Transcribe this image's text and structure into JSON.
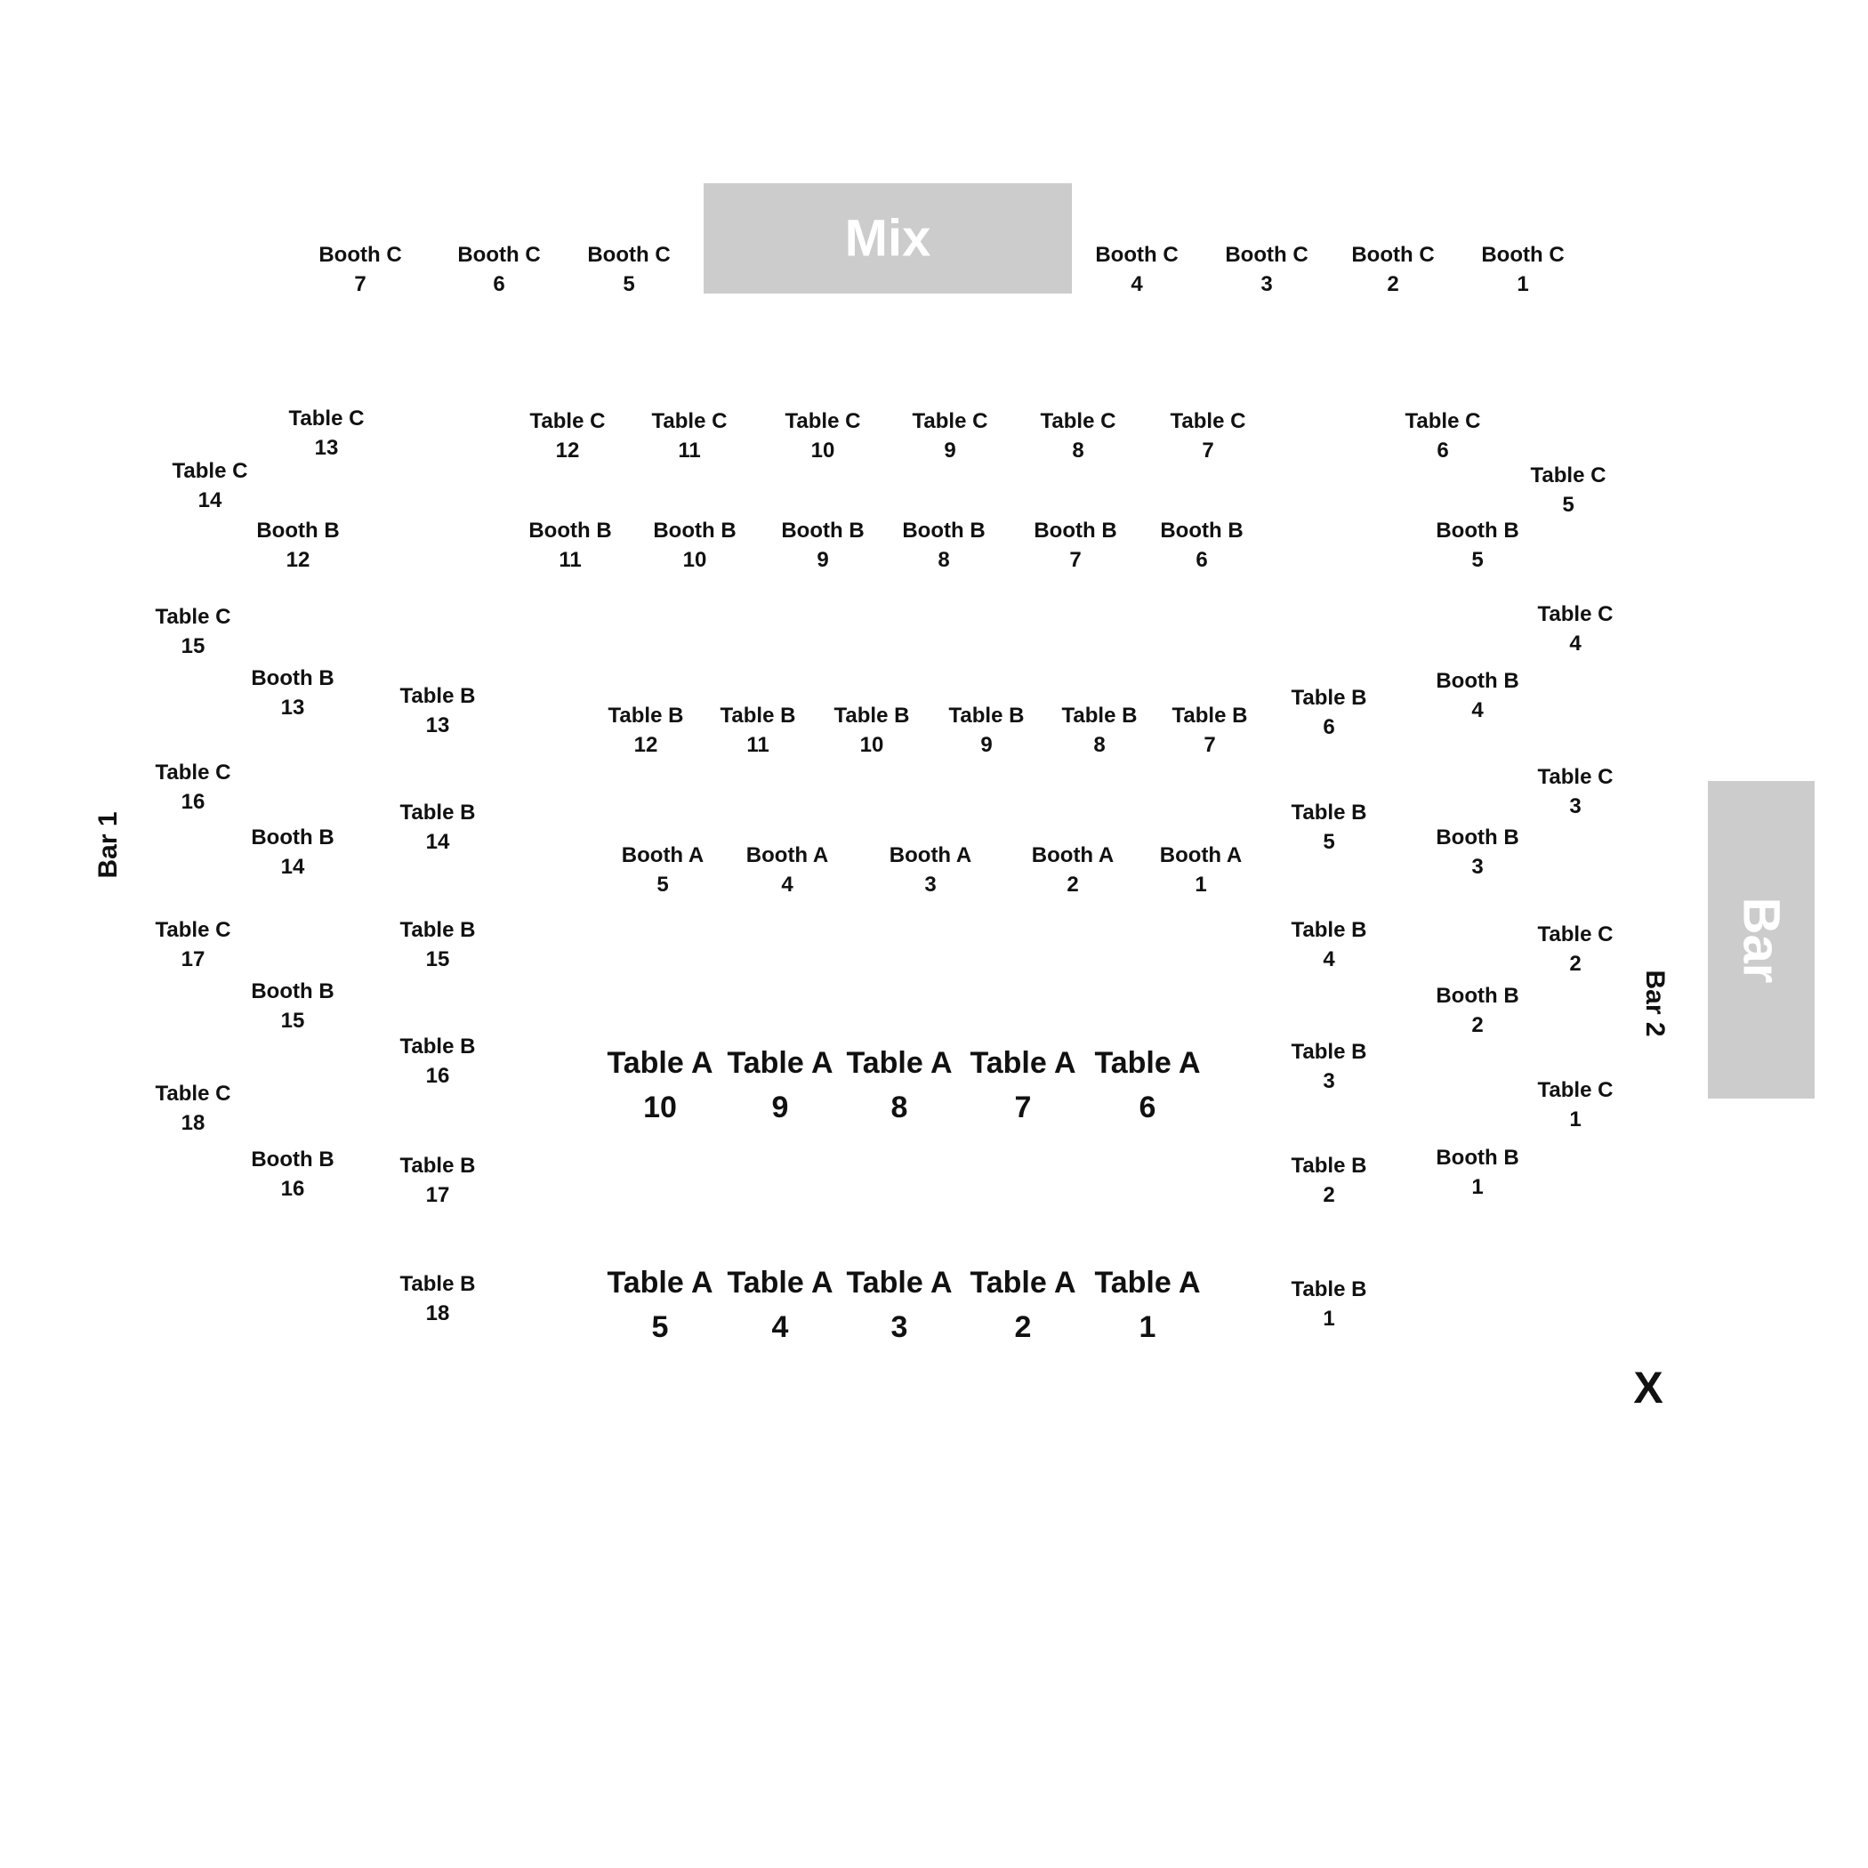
{
  "areas": {
    "mix": "Mix",
    "bar": "Bar",
    "bar1": "Bar 1",
    "bar2": "Bar 2",
    "exit": "X"
  },
  "colors": {
    "block_fill": "#cccccc",
    "block_text": "#ffffff",
    "label_text": "#111111",
    "background": "#ffffff"
  },
  "seats": [
    {
      "name": "Booth C",
      "num": "7"
    },
    {
      "name": "Booth C",
      "num": "6"
    },
    {
      "name": "Booth C",
      "num": "5"
    },
    {
      "name": "Booth C",
      "num": "4"
    },
    {
      "name": "Booth C",
      "num": "3"
    },
    {
      "name": "Booth C",
      "num": "2"
    },
    {
      "name": "Booth C",
      "num": "1"
    },
    {
      "name": "Table C",
      "num": "13"
    },
    {
      "name": "Table C",
      "num": "12"
    },
    {
      "name": "Table C",
      "num": "11"
    },
    {
      "name": "Table C",
      "num": "10"
    },
    {
      "name": "Table C",
      "num": "9"
    },
    {
      "name": "Table C",
      "num": "8"
    },
    {
      "name": "Table C",
      "num": "7"
    },
    {
      "name": "Table C",
      "num": "6"
    },
    {
      "name": "Table C",
      "num": "14"
    },
    {
      "name": "Table C",
      "num": "5"
    },
    {
      "name": "Booth B",
      "num": "12"
    },
    {
      "name": "Booth B",
      "num": "11"
    },
    {
      "name": "Booth B",
      "num": "10"
    },
    {
      "name": "Booth B",
      "num": "9"
    },
    {
      "name": "Booth B",
      "num": "8"
    },
    {
      "name": "Booth B",
      "num": "7"
    },
    {
      "name": "Booth B",
      "num": "6"
    },
    {
      "name": "Booth B",
      "num": "5"
    },
    {
      "name": "Table C",
      "num": "15"
    },
    {
      "name": "Table C",
      "num": "4"
    },
    {
      "name": "Booth B",
      "num": "13"
    },
    {
      "name": "Table B",
      "num": "13"
    },
    {
      "name": "Table B",
      "num": "12"
    },
    {
      "name": "Table B",
      "num": "11"
    },
    {
      "name": "Table B",
      "num": "10"
    },
    {
      "name": "Table B",
      "num": "9"
    },
    {
      "name": "Table B",
      "num": "8"
    },
    {
      "name": "Table B",
      "num": "7"
    },
    {
      "name": "Table B",
      "num": "6"
    },
    {
      "name": "Booth B",
      "num": "4"
    },
    {
      "name": "Table C",
      "num": "16"
    },
    {
      "name": "Table C",
      "num": "3"
    },
    {
      "name": "Booth B",
      "num": "14"
    },
    {
      "name": "Table B",
      "num": "14"
    },
    {
      "name": "Table B",
      "num": "5"
    },
    {
      "name": "Booth B",
      "num": "3"
    },
    {
      "name": "Booth A",
      "num": "5"
    },
    {
      "name": "Booth A",
      "num": "4"
    },
    {
      "name": "Booth A",
      "num": "3"
    },
    {
      "name": "Booth A",
      "num": "2"
    },
    {
      "name": "Booth A",
      "num": "1"
    },
    {
      "name": "Table C",
      "num": "17"
    },
    {
      "name": "Table B",
      "num": "15"
    },
    {
      "name": "Table B",
      "num": "4"
    },
    {
      "name": "Table C",
      "num": "2"
    },
    {
      "name": "Booth B",
      "num": "15"
    },
    {
      "name": "Booth B",
      "num": "2"
    },
    {
      "name": "Table B",
      "num": "16"
    },
    {
      "name": "Table B",
      "num": "3"
    },
    {
      "name": "Table C",
      "num": "18"
    },
    {
      "name": "Table C",
      "num": "1"
    },
    {
      "name": "Table A",
      "num": "10"
    },
    {
      "name": "Table A",
      "num": "9"
    },
    {
      "name": "Table A",
      "num": "8"
    },
    {
      "name": "Table A",
      "num": "7"
    },
    {
      "name": "Table A",
      "num": "6"
    },
    {
      "name": "Booth B",
      "num": "16"
    },
    {
      "name": "Booth B",
      "num": "1"
    },
    {
      "name": "Table B",
      "num": "17"
    },
    {
      "name": "Table B",
      "num": "2"
    },
    {
      "name": "Table B",
      "num": "18"
    },
    {
      "name": "Table B",
      "num": "1"
    },
    {
      "name": "Table A",
      "num": "5"
    },
    {
      "name": "Table A",
      "num": "4"
    },
    {
      "name": "Table A",
      "num": "3"
    },
    {
      "name": "Table A",
      "num": "2"
    },
    {
      "name": "Table A",
      "num": "1"
    }
  ]
}
